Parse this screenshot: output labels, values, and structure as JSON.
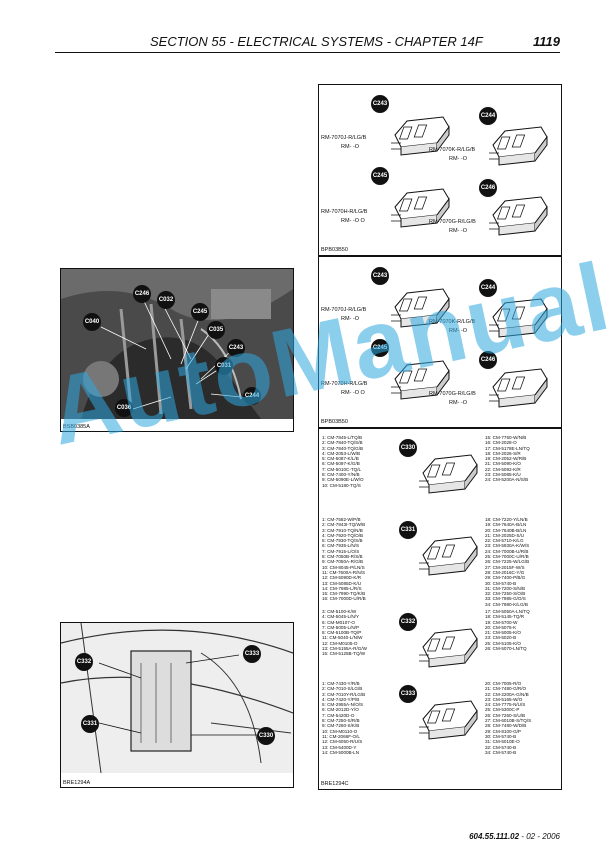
{
  "header": {
    "section": "SECTION 55 - ELECTRICAL SYSTEMS - CHAPTER 14F",
    "page": "1119"
  },
  "footer": {
    "doc": "604.55.111.02",
    "date": " - 02 - 2006"
  },
  "watermark": "AutoManual",
  "panel_top": {
    "ref": "BPB03B50",
    "connectors": [
      {
        "id": "C243",
        "wire1": "RM-7070J-R/LG/B",
        "wire2": "RM-   -O"
      },
      {
        "id": "C244",
        "wire1": "RM-7070K-R/LG/B",
        "wire2": "RM-   -O"
      },
      {
        "id": "C245",
        "wire1": "RM-7070H-R/LG/B",
        "wire2": "RM-   -O  O"
      },
      {
        "id": "C246",
        "wire1": "RM-7070G-R/LG/B",
        "wire2": "RM-   -O"
      }
    ]
  },
  "panel_mid": {
    "ref": "BPB03B50",
    "connectors": [
      {
        "id": "C243",
        "wire1": "RM-7070J-R/LG/B",
        "wire2": "RM-   -O"
      },
      {
        "id": "C244",
        "wire1": "RM-7070K-R/LG/B",
        "wire2": "RM-   -O"
      },
      {
        "id": "C245",
        "wire1": "RM-7070H-R/LG/B",
        "wire2": "RM-   -O  O"
      },
      {
        "id": "C246",
        "wire1": "RM-7070G-R/LG/B",
        "wire2": "RM-   -O"
      }
    ]
  },
  "photo1": {
    "ref": "BSB0385A",
    "labels": [
      "C246",
      "C032",
      "C040",
      "C245",
      "C035",
      "C243",
      "C031",
      "C244",
      "C036"
    ]
  },
  "photo2": {
    "ref": "BRE1294A",
    "labels": [
      "C332",
      "C333",
      "C331",
      "C330"
    ]
  },
  "panel_bottom": {
    "ref": "BRE1294C",
    "blocks": [
      {
        "id": "C330",
        "left": [
          "1: CM-7845-L/TQ/B",
          "2: CM-7840-TQ/S/B",
          "3: CM-7840-TQ/G/B",
          "4: CM-2053-L/W/B",
          "5: CM-5087-K/L/B",
          "6: CM-5097-K/G/B",
          "7: CM-5010C-TQ/L",
          "8: CM-7400-Y/N/B",
          "9: CM-5090E-L/W/O",
          "10: CM-5180-TQ/S"
        ],
        "right": [
          "15: CM-7760-W/N/B",
          "16: CM-2028-O",
          "17: CM-5178E-LN/TQ",
          "18: CM-2026-S/R",
          "19: CM-2052-W/R/B",
          "21: CM-5090-K/O",
          "22: CM-5092-K/R",
          "23: CM-5085-K/U",
          "24: CM-5200A-N/S/B"
        ]
      },
      {
        "id": "C331",
        "left": [
          "1: CM-7582-W/P/B",
          "2: CM-7843I-TQ/W/B",
          "3: CM-7910-TQ/N/B",
          "4: CM-7920-TQ/O/B",
          "5: CM-7930-TQ/S/B",
          "6: CM-7935-L/N/S",
          "7: CM-7915-L/O/S",
          "8: CM-7050B-R/S/B",
          "9: CM-7050A-R/G/B",
          "10: CM-8045-P/LN/S",
          "11: CM-7600A-R/N/S",
          "12: CM-5090D-K/R",
          "13: CM-5085D-K/U",
          "14: CM-7985-L/R/S",
          "15: CM-7990-TQ/K/B",
          "16: CM-7000D-U/R/B"
        ],
        "right": [
          "18: CM-7220-Y/LN/B",
          "19: CM-7640A-B/LN",
          "20: CM-7640B-B/LN",
          "21: CM-2025D-S/U",
          "22: CM-5710-K/LG",
          "23: CM-5930A-K/W/S",
          "24: CM-7000B-U/R/B",
          "25: CM-7000C-U/R/B",
          "26: CM-7225-W/LG/B",
          "27: CM-2015F-W/S",
          "28: CM-2016C-Y/G",
          "29: CM-7400-P/B/G",
          "30: CM-5740-B",
          "31: CM-7200-S/N/B",
          "32: CM-7250-S/O/B",
          "33: CM-7985-G/O/S",
          "34: CM-7980-K/LG/B"
        ]
      },
      {
        "id": "C332",
        "left": [
          "3: CM-5100-K/W",
          "4: CM-5045-L/N/Y",
          "6: CM-M0107-O",
          "7: CM-5005-L/N/P",
          "8: CM-5100B-TQ/P",
          "11: CM-5040-L/N/W",
          "12: CM-M0105-O",
          "13: CM-5155A-R/G/W",
          "15: CM-5125B-TQ/W"
        ],
        "right": [
          "17: CM-5050A-LN/TQ",
          "18: CM-5145-TQ/R",
          "19: CM-5700-W",
          "20: CM-5075-K",
          "21: CM-5005-K/O",
          "23: CM-5020-B",
          "25: CM-5105-K/O",
          "26: CM-5070-LN/TQ"
        ]
      },
      {
        "id": "C333",
        "left": [
          "1: CM-7430-Y/R/B",
          "2: CM-7010-S/LG/B",
          "3: CM-7010Y-R/LG/B",
          "4: CM-7420-Y/P/B",
          "5: CM-2955A-N/O/S",
          "6: CM-2012D-Y/O",
          "7: CM-5420D-O",
          "8: CM-7250-S/R/B",
          "9: CM-7260-S/K/B",
          "10: CM-M0110-O",
          "11: CM-2066F-O/L",
          "12: CM-6050-R/U/S",
          "13: CM-5400D-Y",
          "14: CM-5000B-LN"
        ],
        "right": [
          "20: CM-7005-R/O",
          "21: CM-7480-G/R/O",
          "22: CM-2200A-G/N/B",
          "23: CM-5165-W/O",
          "24: CM-7775-N/U/S",
          "25: CM-5300C-P",
          "26: CM-7260-S/U/B",
          "27: CM-6010B-S/TQ/S",
          "28: CM-7480-W/D/B",
          "29: CM-8100-G/P",
          "30: CM-5740-B",
          "31: CM-5010E-O",
          "32: CM-5740-B",
          "34: CM-5740-B"
        ]
      }
    ]
  }
}
